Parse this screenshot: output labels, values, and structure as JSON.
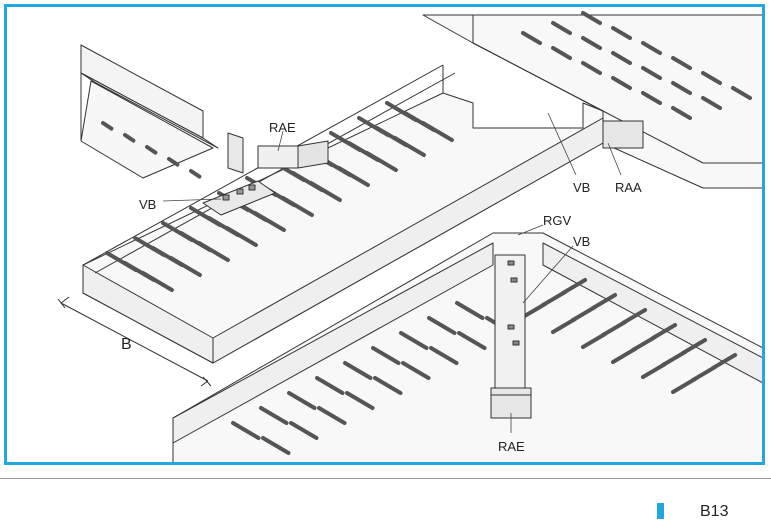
{
  "labels": {
    "rae_top": "RAE",
    "vb_left": "VB",
    "vb_mid": "VB",
    "raa": "RAA",
    "rgv": "RGV",
    "vb_low": "VB",
    "rae_bottom": "RAE",
    "width_b": "B"
  },
  "footer": {
    "page_number": "B13"
  },
  "colors": {
    "frame": "#22a8e0",
    "line": "#333333"
  }
}
